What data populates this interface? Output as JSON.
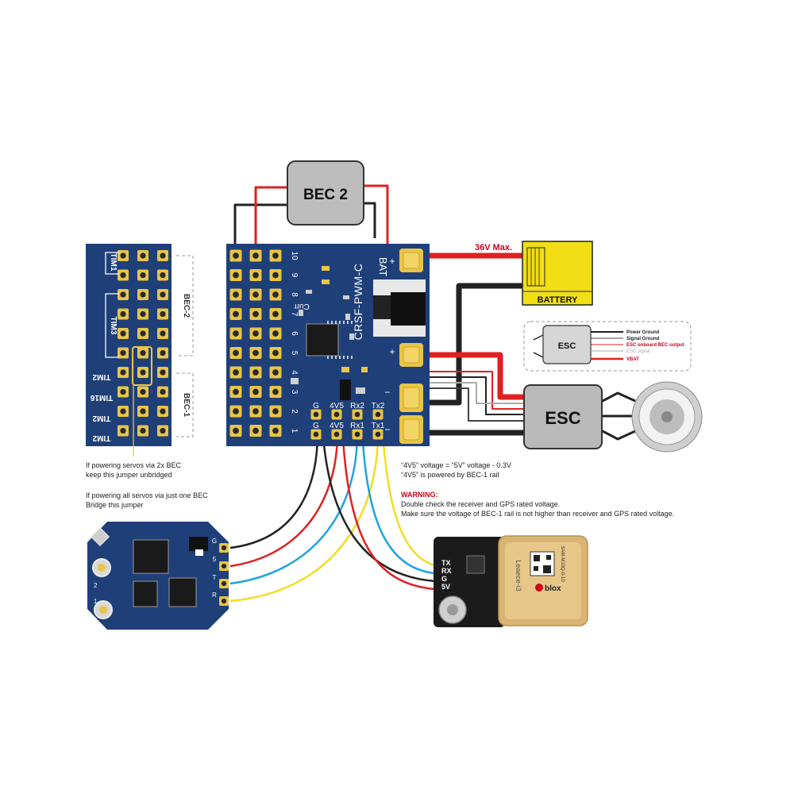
{
  "colors": {
    "pcb": "#1f3f78",
    "pad": "#e8c548",
    "wire_red": "#e02020",
    "wire_black": "#222222",
    "wire_blue": "#1fa3e0",
    "wire_yellow": "#f2dd22",
    "wire_grey": "#b0b0b0",
    "battery": "#f2de14",
    "esc_body": "#b9b9b9",
    "warning": "#d0021b"
  },
  "bec2": {
    "label": "BEC 2"
  },
  "battery": {
    "label": "BATTERY",
    "max_label": "36V Max."
  },
  "board": {
    "silk_name": "CRSF-PWM-C",
    "bat_label": "BAT",
    "curr_label": "Curr",
    "plus": "+",
    "minus": "−",
    "channel_numbers": [
      "10",
      "9",
      "8",
      "7",
      "6",
      "5",
      "4",
      "3",
      "2",
      "1"
    ],
    "bottom_labels_top": [
      "G",
      "4V5",
      "Rx2",
      "Tx2"
    ],
    "bottom_labels_bottom": [
      "G",
      "4V5",
      "Rx1",
      "Tx1"
    ]
  },
  "side_board": {
    "tim_labels": [
      "TIM1",
      "TIM3",
      "TIM2",
      "TIM16",
      "TIM2",
      "TIM2"
    ],
    "bec2_label": "BEC-2",
    "bec1_label": "BEC-1"
  },
  "esc_legend": {
    "esc_label": "ESC",
    "lines": [
      "Power Ground",
      "Signal Ground",
      "ESC onboard BEC output",
      "ESC signal",
      "VBAT"
    ]
  },
  "esc_main": {
    "label": "ESC"
  },
  "receiver": {
    "pad_labels": [
      "G",
      "5",
      "T",
      "R"
    ],
    "ant_labels": [
      "2",
      "1"
    ]
  },
  "gps": {
    "pin_labels": [
      "TX",
      "RX",
      "G",
      "5V"
    ],
    "brand": "blox",
    "module_text": "SAM-M10Q-0-10",
    "side_text": "Leaece-i3"
  },
  "notes": {
    "jumper_1": [
      "If powering servos via 2x BEC",
      "keep this jumper unbridged"
    ],
    "jumper_2": [
      "If powering all servos via just one BEC",
      "Bridge this jumper"
    ],
    "voltage": [
      "“4V5” voltage = “5V” voltage - 0.3V",
      "“4V5” is powered by BEC-1 rail"
    ],
    "warning_title": "WARNING:",
    "warning_lines": [
      "Double check the receiver and GPS rated voltage.",
      "Make sure the voltage of BEC-1 rail is not higher than receiver and GPS rated voltage."
    ]
  }
}
